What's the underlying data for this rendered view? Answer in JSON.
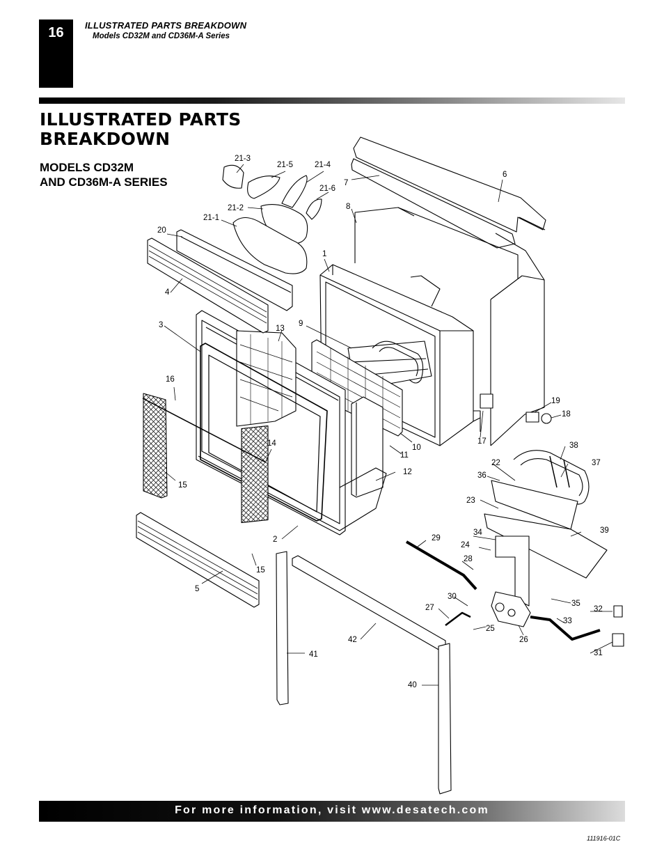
{
  "header": {
    "page_number": "16",
    "section_title": "ILLUSTRATED PARTS BREAKDOWN",
    "subtitle": "Models CD32M and CD36M-A Series"
  },
  "title": {
    "line1": "ILLUSTRATED PARTS",
    "line2": "BREAKDOWN"
  },
  "models": {
    "line1": "MODELS CD32M",
    "line2": "AND CD36M-A SERIES"
  },
  "callouts": {
    "p1": "1",
    "p2": "2",
    "p3": "3",
    "p4": "4",
    "p5": "5",
    "p6": "6",
    "p7": "7",
    "p8": "8",
    "p9": "9",
    "p10": "10",
    "p11": "11",
    "p12": "12",
    "p13": "13",
    "p14": "14",
    "p15a": "15",
    "p15b": "15",
    "p16": "16",
    "p17": "17",
    "p18": "18",
    "p19": "19",
    "p20": "20",
    "p21_1": "21-1",
    "p21_2": "21-2",
    "p21_3": "21-3",
    "p21_4": "21-4",
    "p21_5": "21-5",
    "p21_6": "21-6",
    "p22": "22",
    "p23": "23",
    "p24": "24",
    "p25": "25",
    "p26": "26",
    "p27": "27",
    "p28": "28",
    "p29": "29",
    "p30": "30",
    "p31": "31",
    "p32": "32",
    "p33": "33",
    "p34": "34",
    "p35": "35",
    "p36": "36",
    "p37": "37",
    "p38": "38",
    "p39": "39",
    "p40": "40",
    "p41": "41",
    "p42": "42"
  },
  "footer": {
    "text": "For more information, visit www.desatech.com",
    "doc_code": "111916-01C"
  }
}
